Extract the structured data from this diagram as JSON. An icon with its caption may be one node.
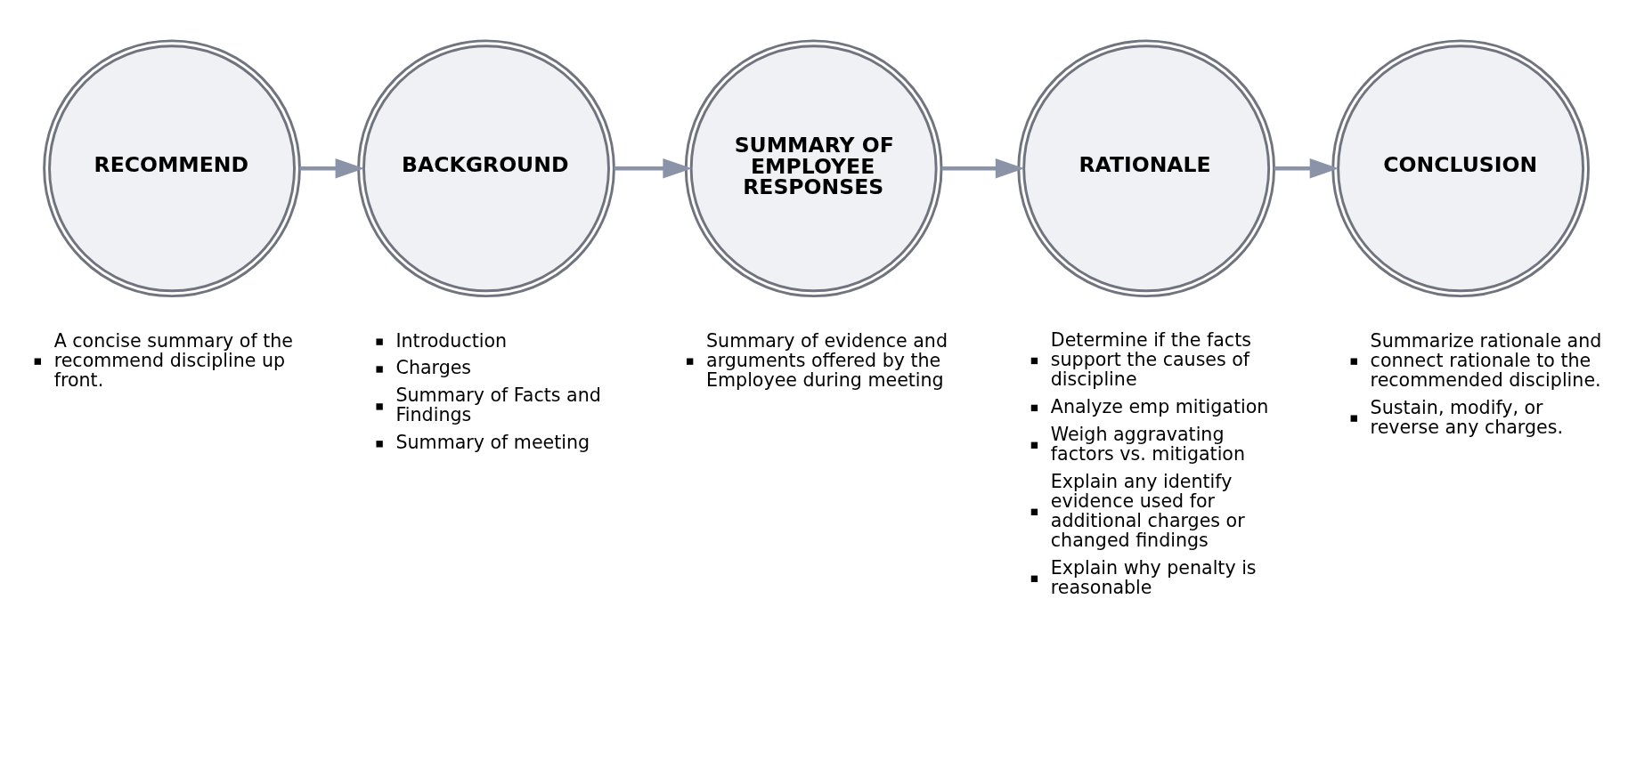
{
  "diagram": {
    "nodes": [
      {
        "text": [
          "RECOMMEND"
        ],
        "beside": [
          "A concise summary of the recommend discipline up front."
        ]
      },
      {
        "text": [
          "BACKGROUND"
        ],
        "beside": [
          "Introduction",
          "Charges",
          "Summary of Facts and Findings",
          "Summary of meeting"
        ]
      },
      {
        "text": [
          "SUMMARY OF EMPLOYEE RESPONSES"
        ],
        "beside": [
          "Summary of evidence and arguments offered by the Employee during meeting"
        ]
      },
      {
        "text": [
          "RATIONALE"
        ],
        "beside": [
          "Determine if the facts support the causes of discipline",
          "Analyze emp mitigation",
          "Weigh aggravating factors vs. mitigation",
          "Explain any identify evidence used for additional charges or changed findings",
          "Explain why penalty is reasonable"
        ]
      },
      {
        "text": [
          "CONCLUSION"
        ],
        "beside": [
          "Summarize rationale and connect rationale to the recommended discipline.",
          "Sustain, modify, or reverse any charges."
        ]
      }
    ],
    "edges": [
      {
        "from": 0,
        "to": 1,
        "arrow": "to"
      },
      {
        "from": 1,
        "to": 2,
        "arrow": "to"
      },
      {
        "from": 2,
        "to": 3,
        "arrow": "to"
      },
      {
        "from": 3,
        "to": 4,
        "arrow": "to"
      }
    ]
  }
}
